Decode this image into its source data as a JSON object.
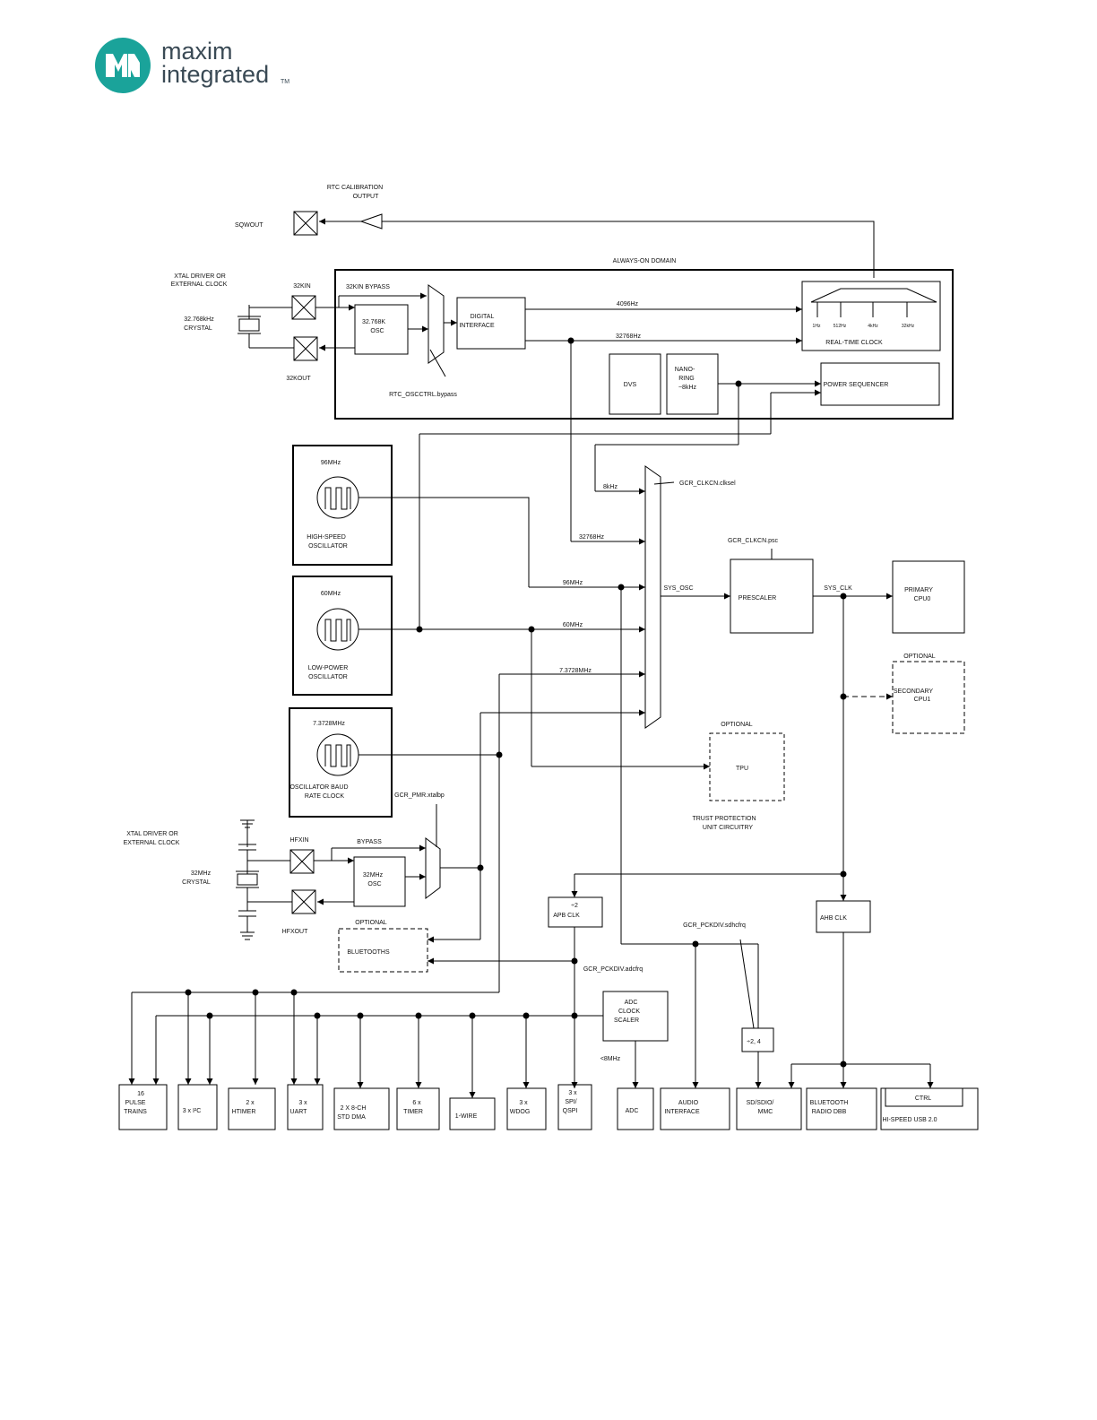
{
  "logo": {
    "line1": "maxim",
    "line2": "integrated",
    "tm": "TM"
  },
  "colors": {
    "logo": "#1aa39a",
    "logo_text": "#3a4a55",
    "line": "#000000"
  },
  "labels": {
    "rtc_cal_1": "RTC CALIBRATION",
    "rtc_cal_2": "OUTPUT",
    "sqwout": "SQWOUT",
    "always_on": "ALWAYS-ON DOMAIN",
    "xtal_drv_1": "XTAL DRIVER OR",
    "xtal_drv_2": "EXTERNAL CLOCK",
    "crystal32k_1": "32.768kHz",
    "crystal32k_2": "CRYSTAL",
    "pin_32kin": "32KIN",
    "pin_32kout": "32KOUT",
    "bypass32k": "32KIN BYPASS",
    "osc32k_1": "32.768K",
    "osc32k_2": "OSC",
    "digif_1": "DIGITAL",
    "digif_2": "INTERFACE",
    "f4096": "4096Hz",
    "f32768a": "32768Hz",
    "rtc_bypass": "RTC_OSCCTRL.bypass",
    "rtc_block": "REAL-TIME CLOCK",
    "rtc_t1": "1Hz",
    "rtc_t2": "512Hz",
    "rtc_t3": "4kHz",
    "rtc_t4": "32kHz",
    "dvs": "DVS",
    "nano_1": "NANO-",
    "nano_2": "RING",
    "nano_3": "~8kHz",
    "pwrseq": "POWER SEQUENCER",
    "osc96_freq": "96MHz",
    "osc96_1": "HIGH-SPEED",
    "osc96_2": "OSCILLATOR",
    "osc60_freq": "60MHz",
    "osc60_1": "LOW-POWER",
    "osc60_2": "OSCILLATOR",
    "osc73_freq": "7.3728MHz",
    "osc73_1": "OSCILLATOR BAUD",
    "osc73_2": "RATE CLOCK",
    "in_8k": "8kHz",
    "in_32k": "32768Hz",
    "in_96": "96MHz",
    "in_60": "60MHz",
    "in_73": "7.3728MHz",
    "clksel": "GCR_CLKCN.clksel",
    "psc": "GCR_CLKCN.psc",
    "sys_osc": "SYS_OSC",
    "prescaler": "PRESCALER",
    "sys_clk": "SYS_CLK",
    "cpu0_1": "PRIMARY",
    "cpu0_2": "CPU0",
    "opt_cpu1": "OPTIONAL",
    "cpu1_1": "SECONDARY",
    "cpu1_2": "CPU1",
    "opt_tpu": "OPTIONAL",
    "tpu": "TPU",
    "tpu_desc_1": "TRUST PROTECTION",
    "tpu_desc_2": "UNIT CIRCUITRY",
    "xtalbp": "GCR_PMR.xtalbp",
    "xtal_drv2_1": "XTAL DRIVER OR",
    "xtal_drv2_2": "EXTERNAL CLOCK",
    "crystal32m_1": "32MHz",
    "crystal32m_2": "CRYSTAL",
    "pin_hfxin": "HFXIN",
    "pin_hfxout": "HFXOUT",
    "bypass_hf": "BYPASS",
    "osc32m_1": "32MHz",
    "osc32m_2": "OSC",
    "opt_bt": "OPTIONAL",
    "bt": "BLUETOOTHS",
    "apb_1": "÷2",
    "apb_2": "APB CLK",
    "ahb": "AHB CLK",
    "sdhcfrq": "GCR_PCKDIV.sdhcfrq",
    "adcfrq": "GCR_PCKDIV.adcfrq",
    "adcscaler_1": "ADC",
    "adcscaler_2": "CLOCK",
    "adcscaler_3": "SCALER",
    "lt8m": "<8MHz",
    "div24": "÷2, 4"
  },
  "peripherals": [
    {
      "line1": "16",
      "line2": "PULSE",
      "line3": "TRAINS"
    },
    {
      "line1": "3 x I²C",
      "line2": "",
      "line3": ""
    },
    {
      "line1": "2 x",
      "line2": "HTIMER",
      "line3": ""
    },
    {
      "line1": "3 x",
      "line2": "UART",
      "line3": ""
    },
    {
      "line1": "2 X 8-CH",
      "line2": "STD DMA",
      "line3": ""
    },
    {
      "line1": "6 x",
      "line2": "TIMER",
      "line3": ""
    },
    {
      "line1": "1-WIRE",
      "line2": "",
      "line3": ""
    },
    {
      "line1": "3 x",
      "line2": "WDOG",
      "line3": ""
    },
    {
      "line1": "3 x",
      "line2": "SPI/",
      "line3": "QSPI"
    },
    {
      "line1": "ADC",
      "line2": "",
      "line3": ""
    },
    {
      "line1": "AUDIO",
      "line2": "INTERFACE",
      "line3": ""
    },
    {
      "line1": "SD/SDIO/",
      "line2": "MMC",
      "line3": ""
    },
    {
      "line1": "BLUETOOTH",
      "line2": "RADIO DBB",
      "line3": ""
    },
    {
      "line1": "CTRL",
      "line2": "HI-SPEED USB 2.0",
      "line3": ""
    }
  ]
}
